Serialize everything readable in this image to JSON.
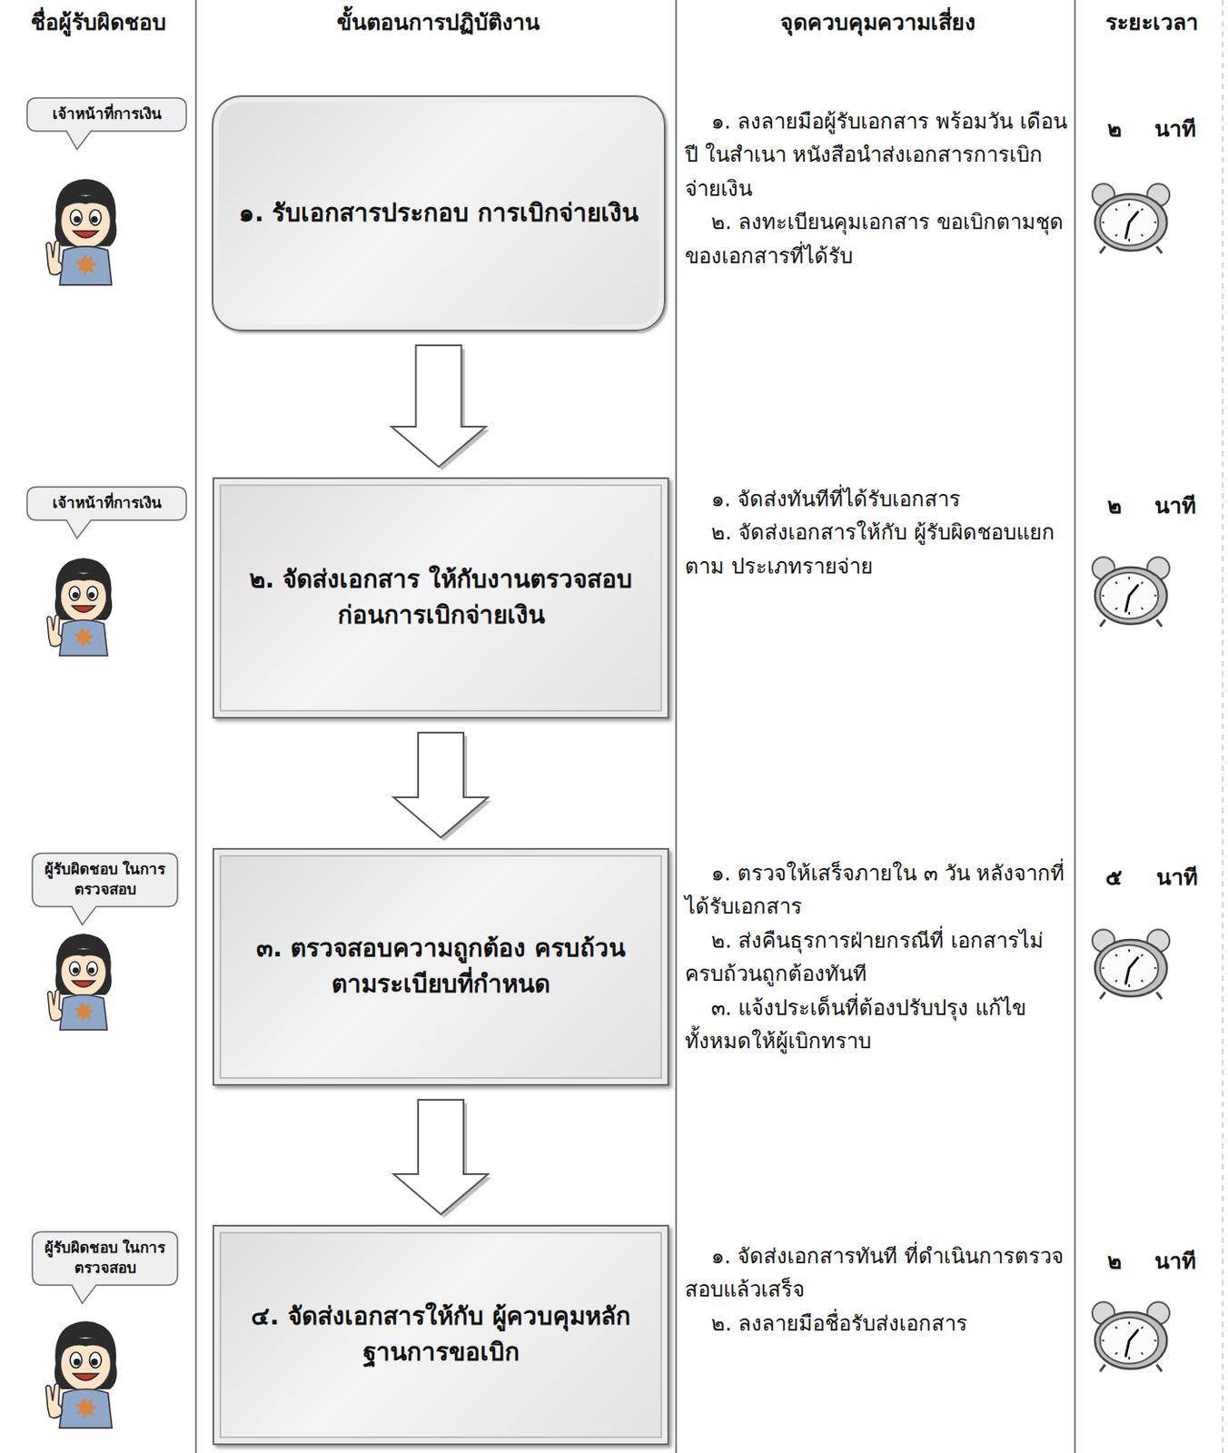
{
  "diagram": {
    "nodes": [
      {
        "text": [
          "เจ้าหน้าที่การเงิน"
        ]
      },
      {
        "text": [
          "๑. รับเอกสารประกอบ การเบิกจ่ายเงิน"
        ]
      },
      {
        "text": [
          "เจ้าหน้าที่การเงิน"
        ]
      },
      {
        "text": [
          "๒. จัดส่งเอกสาร ให้กับงานตรวจสอบ ก่อนการเบิกจ่ายเงิน"
        ]
      },
      {
        "text": [
          "ผู้รับผิดชอบ ในการตรวจสอบ"
        ]
      },
      {
        "text": [
          "๓. ตรวจสอบความถูกต้อง ครบถ้วนตามระเบียบที่กำหนด"
        ]
      },
      {
        "text": [
          "ผู้รับผิดชอบ ในการตรวจสอบ"
        ]
      },
      {
        "text": [
          "๔. จัดส่งเอกสารให้กับ ผู้ควบคุมหลักฐานการขอเบิก"
        ]
      }
    ],
    "edges": [
      {
        "from": 1,
        "to": 3,
        "arrow": "to"
      },
      {
        "from": 3,
        "to": 5,
        "arrow": "to"
      },
      {
        "from": 5,
        "to": 7,
        "arrow": "to"
      }
    ],
    "labels": [
      "ชื่อผู้รับผิดชอบ",
      "ขั้นตอนการปฏิบัติงาน",
      "จุดควบคุมความเสี่ยง",
      "ระยะเวลา",
      "๑. ลงลายมือผู้รับเอกสาร พร้อมวัน เดือน ปี ในสำเนา หนังสือนำส่งเอกสารการเบิกจ่ายเงิน",
      "๒. ลงทะเบียนคุมเอกสาร ขอเบิกตามชุดของเอกสารที่ได้รับ",
      "๒ นาที",
      "๑. จัดส่งทันทีที่ได้รับเอกสาร",
      "๒. จัดส่งเอกสารให้กับ ผู้รับผิดชอบแยกตาม ประเภทรายจ่าย",
      "๒ นาที",
      "๑. ตรวจให้เสร็จภายใน ๓ วัน หลังจากที่ได้รับเอกสาร",
      "๒. ส่งคืนธุรการฝ่ายกรณีที่ เอกสารไม่ครบถ้วนถูกต้องทันที",
      "๓. แจ้งประเด็นที่ต้องปรับปรุง แก้ไขทั้งหมดให้ผู้เบิกทราบ",
      "๕ นาที",
      "๑. จัดส่งเอกสารทันที ที่ดำเนินการตรวจสอบแล้วเสร็จ",
      "๒. ลงลายมือชื่อรับส่งเอกสาร",
      "๒ นาที"
    ]
  }
}
